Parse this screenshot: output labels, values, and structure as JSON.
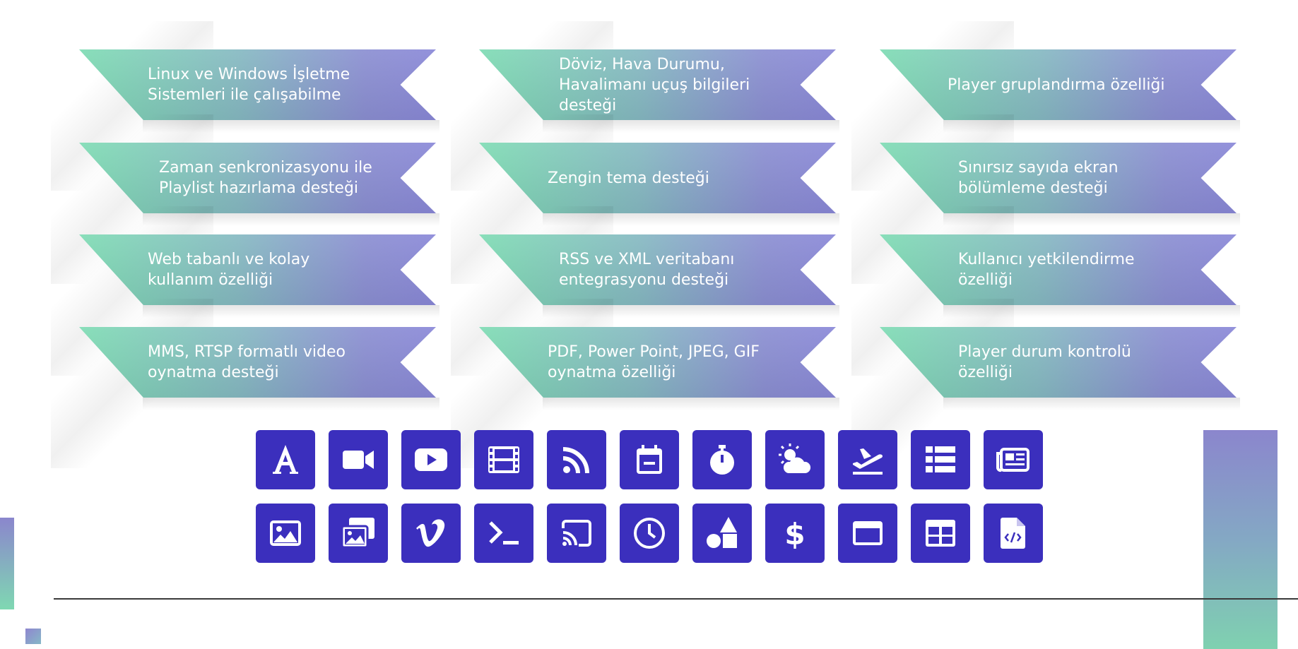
{
  "features": [
    {
      "text": "Linux ve Windows İşletme Sistemleri ile çalışabilme"
    },
    {
      "text": "Döviz, Hava Durumu, Havalimanı uçuş bilgileri desteği"
    },
    {
      "text": "Player gruplandırma özelliği"
    },
    {
      "text": "Zaman senkronizasyonu ile Playlist hazırlama desteği"
    },
    {
      "text": "Zengin tema desteği"
    },
    {
      "text": "Sınırsız sayıda ekran bölümleme desteği"
    },
    {
      "text": "Web tabanlı ve kolay kullanım özelliği"
    },
    {
      "text": "RSS ve XML veritabanı entegrasyonu desteği"
    },
    {
      "text": "Kullanıcı yetkilendirme özelliği"
    },
    {
      "text": "MMS, RTSP formatlı video oynatma desteği"
    },
    {
      "text": "PDF, Power Point, JPEG, GIF oynatma özelliği"
    },
    {
      "text": "Player durum kontrolü özelliği"
    }
  ],
  "icons_row1": [
    "font-icon",
    "video-camera-icon",
    "youtube-icon",
    "film-icon",
    "rss-icon",
    "calendar-icon",
    "stopwatch-icon",
    "weather-icon",
    "airplane-departure-icon",
    "list-icon",
    "newspaper-icon"
  ],
  "icons_row2": [
    "image-icon",
    "gallery-icon",
    "vimeo-icon",
    "terminal-icon",
    "cast-icon",
    "clock-icon",
    "shapes-icon",
    "dollar-icon",
    "window-icon",
    "table-icon",
    "file-code-icon"
  ],
  "colors": {
    "tile": "#3b2fbd",
    "banner_start": "#7fdcb4",
    "banner_end": "#8a88d8",
    "rule": "#3a3a3a"
  }
}
